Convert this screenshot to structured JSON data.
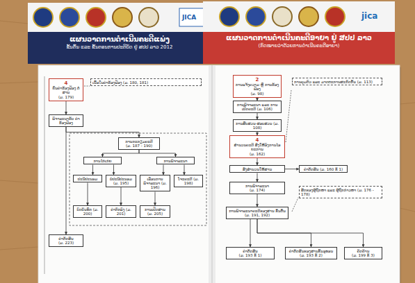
{
  "diagram": {
    "nodes": [
      {
        "text": [
          "ແຜນວາດການດຳເນີນຄະດີແພ່ງ",
          "ຂັ້ນຕົ້ນ ແລະ ຂັ້ນຕອນການປະຕິບັດ ຢູ່ ສປປ ລາວ 2012"
        ]
      },
      {
        "text": [
          "ແຜນວາດການດຳເນີນຄະດີອາຍາ ຢູ່ ສປປ ລາວ",
          "(ກົດໝາຍວ່າດ້ວຍການດຳເນີນຄະດີອາຍາ)"
        ]
      },
      {
        "text": [
          "4",
          "ຍື່ນຄຳຮ້ອງຟ້ອງ ຕໍ່ສານ",
          "(ມ. 179)"
        ]
      },
      {
        "text": [
          "ເນື້ອໃນຄຳຮ້ອງຟ້ອງ (ມ. 180, 181)"
        ]
      },
      {
        "text": [
          "ພິຈາລະນາຮັບ ຄຳຮ້ອງຟ້ອງ"
        ]
      },
      {
        "text": [
          "ການກະກຽມຄະດີ",
          "(ມ. 187 - 190)"
        ]
      },
      {
        "text": [
          "ການໄກ່ເກ່ຍ"
        ]
      },
      {
        "text": [
          "ການພິຈາລະນາ"
        ]
      },
      {
        "text": [
          "ປະນີປະນອມ"
        ]
      },
      {
        "text": [
          "ບໍ່ປະນີປະນອມ (ມ. 195)"
        ]
      },
      {
        "text": [
          "ເລື່ອນການພິຈາລະນາ (ມ. 196)"
        ]
      },
      {
        "text": [
          "ໂຈະຄະດີ (ມ. 198)"
        ]
      },
      {
        "text": [
          "ບົດບັນທຶກ (ມ. 200)"
        ]
      },
      {
        "text": [
          "ຄຳຕົກລົງ (ມ. 201)"
        ]
      },
      {
        "text": [
          "ການເປີດສານ (ມ. 205)"
        ]
      },
      {
        "text": [
          "ຄຳຕັດສິນ",
          "(ມ. 223)"
        ]
      },
      {
        "text": [
          "2",
          "ການແຈ້ງຄວາມ ຫຼື ການຮ້ອງຟ້ອງ",
          "(ມ. 98)"
        ]
      },
      {
        "text": [
          "ການພິຈາລະນາ ແລະ ການເປີດຄະດີ (ມ. 106)"
        ]
      },
      {
        "text": [
          "ການສືບສວນ-ສອບສວນ (ມ. 108)"
        ]
      },
      {
        "text": [
          "4",
          "ສຳນວນຄະດີ ສົ່ງໃຫ້ອົງການໄອຍະການ",
          "(ມ. 162)"
        ]
      },
      {
        "text": [
          "ການຄຸມຕົວ ແລະ ມາດຕະການສະກັດກັ້ນ (ມ. 113)"
        ]
      },
      {
        "text": [
          "ສົ່ງສຳນວນໃຫ້ສານ"
        ]
      },
      {
        "text": [
          "ຄຳຕັດສິນ (ມ. 160 ຂໍ້ 1)"
        ]
      },
      {
        "text": [
          "ການພິຈາລະນາ",
          "(ມ. 174)"
        ]
      },
      {
        "text": [
          "ການພິຈາລະນາຄະດີຂອງສານ ຂັ້ນຕົ້ນ",
          "(ມ. 191, 192)"
        ]
      },
      {
        "text": [
          "ສິດຂອງຜູ້ຖືກຫາ ແລະ ຜູ້ຖືກກ່າວຫາ (ມ. 176 - 178)"
        ]
      },
      {
        "text": [
          "ຄຳຕັດສິນ",
          "(ມ. 193 ຂໍ້ 1)"
        ]
      },
      {
        "text": [
          "ຄຳຕັດສິນຂອງສານຂັ້ນອຸທອນ",
          "(ມ. 193 ຂໍ້ 2)"
        ]
      },
      {
        "text": [
          "ຄັດຄ້ານ",
          "(ມ. 199 ຂໍ້ 3)"
        ]
      }
    ],
    "edges": [
      {
        "from": 2,
        "to": 4,
        "arrow": "to"
      },
      {
        "from": 4,
        "to": 5,
        "arrow": "to"
      },
      {
        "from": 4,
        "to": 15,
        "arrow": "to"
      },
      {
        "from": 5,
        "to": 6,
        "arrow": "to"
      },
      {
        "from": 5,
        "to": 7,
        "arrow": "to"
      },
      {
        "from": 6,
        "to": 8,
        "arrow": "to"
      },
      {
        "from": 6,
        "to": 9,
        "arrow": "to"
      },
      {
        "from": 7,
        "to": 10,
        "arrow": "to"
      },
      {
        "from": 7,
        "to": 11,
        "arrow": "to"
      },
      {
        "from": 8,
        "to": 12,
        "arrow": "to"
      },
      {
        "from": 9,
        "to": 13,
        "arrow": "to"
      },
      {
        "from": 10,
        "to": 14,
        "arrow": "to"
      },
      {
        "from": 16,
        "to": 17,
        "arrow": "to"
      },
      {
        "from": 17,
        "to": 18,
        "arrow": "to"
      },
      {
        "from": 18,
        "to": 19,
        "arrow": "to"
      },
      {
        "from": 19,
        "to": 21,
        "arrow": "to"
      },
      {
        "from": 21,
        "to": 22,
        "arrow": "to"
      },
      {
        "from": 21,
        "to": 23,
        "arrow": "to"
      },
      {
        "from": 23,
        "to": 24,
        "arrow": "to"
      },
      {
        "from": 24,
        "to": 26,
        "arrow": "to"
      },
      {
        "from": 24,
        "to": 27,
        "arrow": "to"
      },
      {
        "from": 24,
        "to": 28,
        "arrow": "to"
      }
    ],
    "labels": [
      "JICA",
      "jica"
    ]
  }
}
